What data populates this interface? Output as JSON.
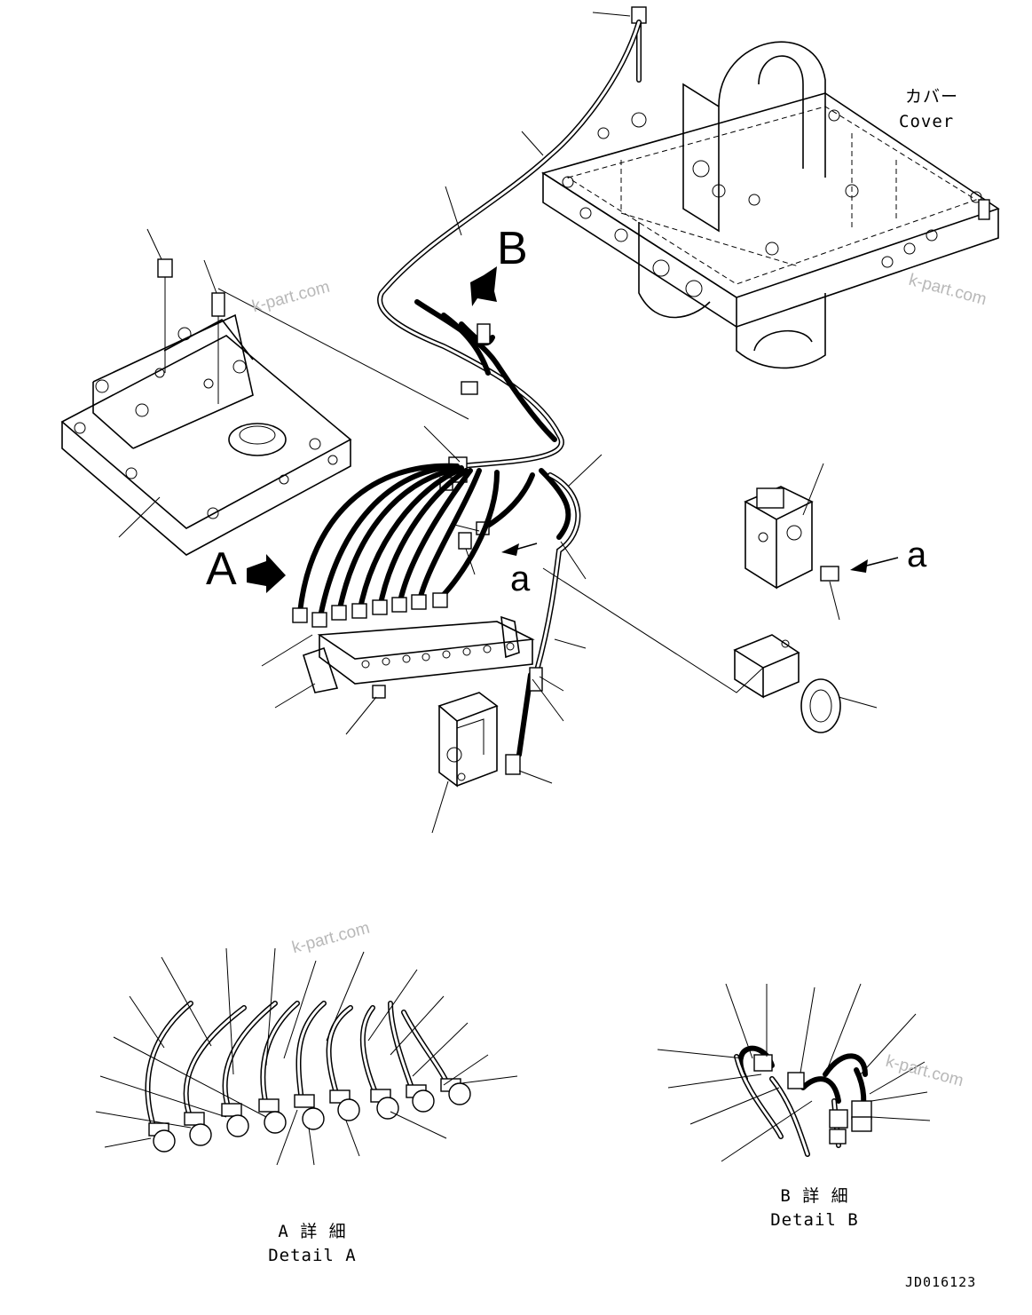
{
  "labels": {
    "view_a": "A",
    "view_b": "B",
    "ref_a_1": "a",
    "ref_a_2": "a",
    "cover_jp": "カバー",
    "cover_en": "Cover",
    "detail_a_jp": "A 詳 細",
    "detail_a_en": "Detail A",
    "detail_b_jp": "B 詳 細",
    "detail_b_en": "Detail B",
    "drawing_number": "JD016123"
  },
  "watermarks": [
    "k-part.com",
    "k-part.com",
    "k-part.com",
    "k-part.com"
  ]
}
